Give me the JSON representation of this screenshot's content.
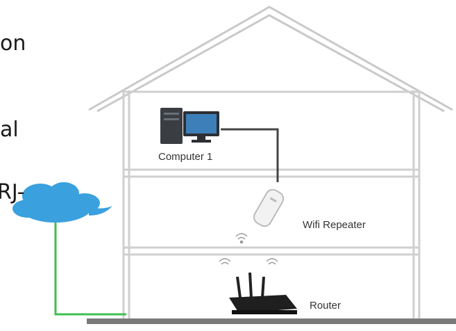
{
  "text_fragments": [
    "on",
    "al",
    "RJ-"
  ],
  "labels": {
    "computer": "Computer 1",
    "repeater": "Wifi Repeater",
    "router": "Router"
  },
  "icons": [
    "computer-icon",
    "wifi-repeater-icon",
    "router-icon",
    "cloud-icon",
    "wifi-signal-icon"
  ],
  "colors": {
    "cloud": "#3aa0de",
    "cable_internet": "#3fbf4f",
    "cable_lan": "#444444",
    "house_outline": "#c9c9c9",
    "ground": "#7a7a7a"
  }
}
